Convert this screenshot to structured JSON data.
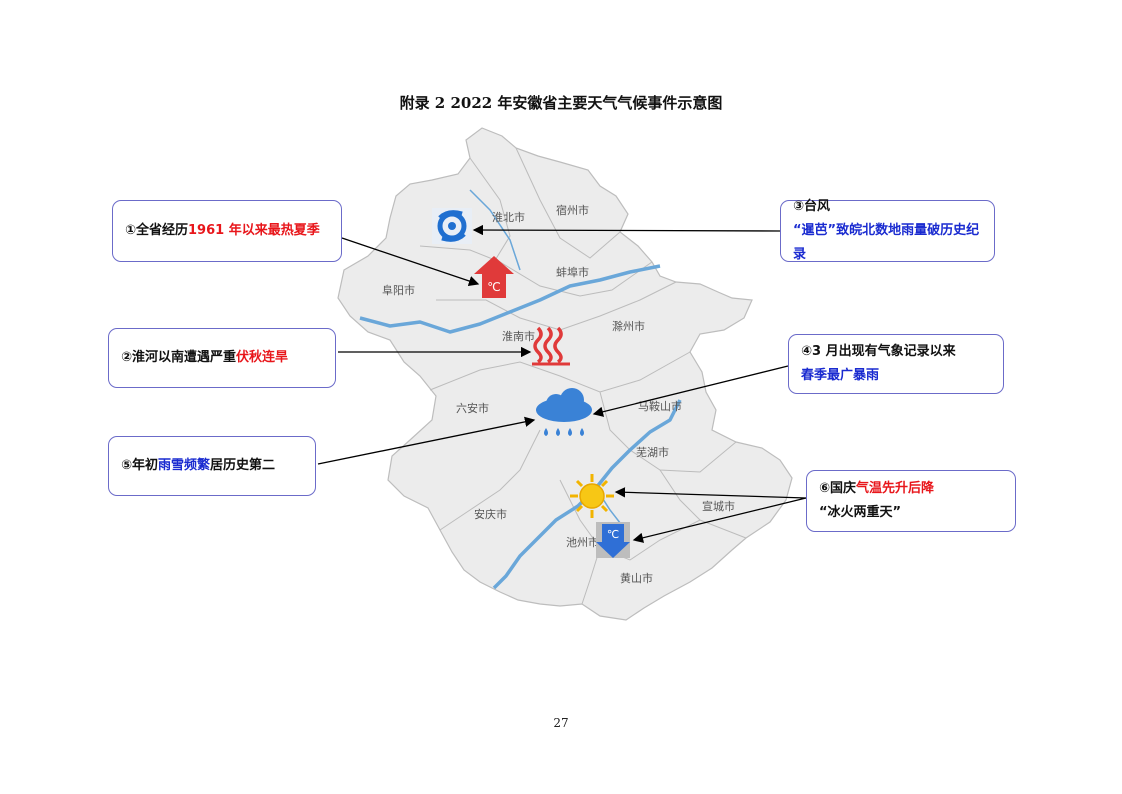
{
  "title": "附录 2    2022 年安徽省主要天气气候事件示意图",
  "page_number": "27",
  "cities": {
    "huaibei": "淮北市",
    "suzhou": "宿州市",
    "bengbu": "蚌埠市",
    "fuyang": "阜阳市",
    "huainan": "淮南市",
    "chuzhou": "滁州市",
    "luan": "六安市",
    "maanshan": "马鞍山市",
    "wuhu": "芜湖市",
    "xuancheng": "宣城市",
    "anqing": "安庆市",
    "chizhou": "池州市",
    "huangshan": "黄山市"
  },
  "icons": {
    "heat_up_symbol": "℃",
    "cold_down_symbol": "℃"
  },
  "callouts": {
    "c1": {
      "prefix": "①全省经历 ",
      "highlight": "1961 年以来最热夏季",
      "highlight_color": "#e8161b"
    },
    "c2": {
      "prefix": "②淮河以南遭遇严重",
      "highlight": "伏秋连旱",
      "highlight_color": "#e8161b"
    },
    "c3": {
      "prefix": "③台风",
      "highlight": "“暹芭”致皖北数地雨量破历史纪录",
      "highlight_color": "#1a2bd0"
    },
    "c4": {
      "prefix": "④3 月出现有气象记录以来",
      "highlight": "春季最广暴雨",
      "highlight_color": "#1a2bd0"
    },
    "c5": {
      "prefix": "⑤年初",
      "highlight": "雨雪频繁",
      "suffix": "居历史第二",
      "highlight_color": "#1a2bd0"
    },
    "c6": {
      "prefix": "⑥国庆",
      "highlight": "气温先升后降",
      "suffix": "“冰火两重天”",
      "highlight_color": "#e8161b"
    }
  }
}
